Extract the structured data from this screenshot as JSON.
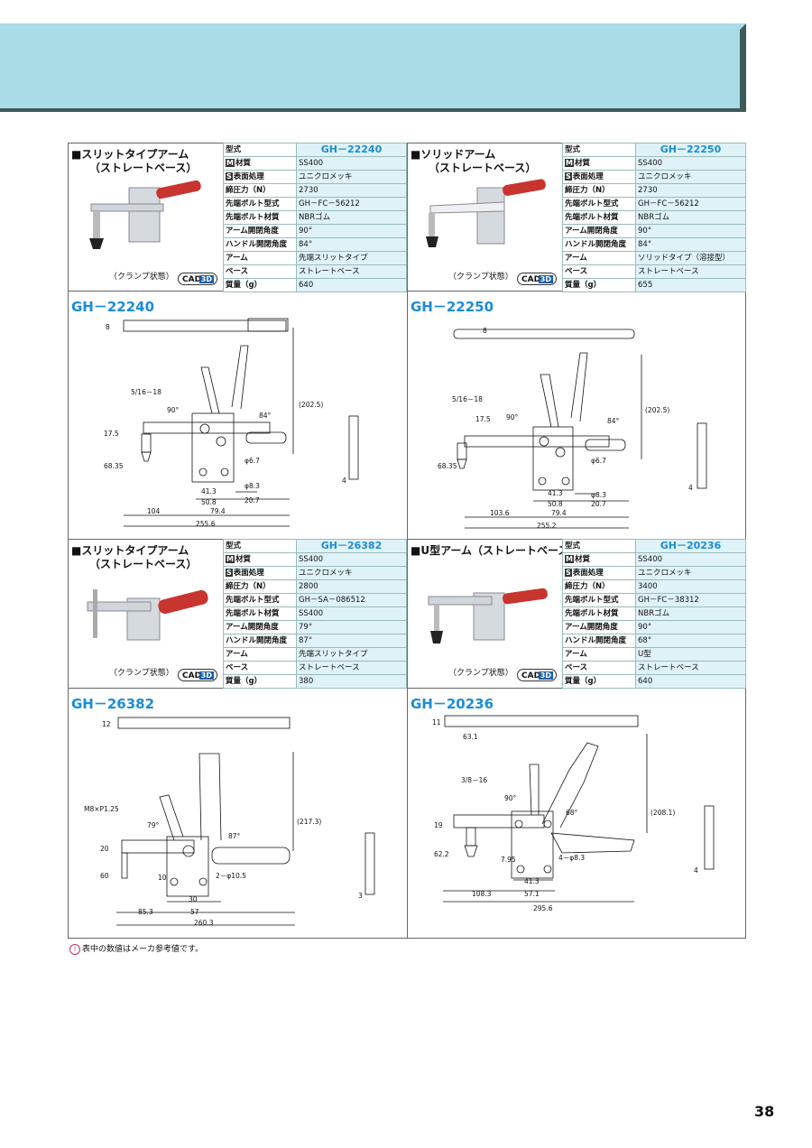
{
  "products": [
    {
      "title1": "■スリットタイプアーム",
      "title2": "（ストレートベース）",
      "clamp_label": "（クランプ状態）",
      "cad": "CAD",
      "cad3d": "3D",
      "model_heading": "GH－22240",
      "specs": [
        {
          "k": "型式",
          "v": "GH－22240"
        },
        {
          "tag": "M",
          "k": "材質",
          "v": "SS400"
        },
        {
          "tag": "S",
          "k": "表面処理",
          "v": "ユニクロメッキ"
        },
        {
          "k": "締圧力（N）",
          "v": "2730"
        },
        {
          "k": "先端ボルト型式",
          "v": "GH－FC－56212"
        },
        {
          "k": "先端ボルト材質",
          "v": "NBRゴム"
        },
        {
          "k": "アーム開閉角度",
          "v": "90°"
        },
        {
          "k": "ハンドル開閉角度",
          "v": "84°"
        },
        {
          "k": "アーム",
          "v": "先端スリットタイプ"
        },
        {
          "k": "ベース",
          "v": "ストレートベース"
        },
        {
          "k": "質量（g）",
          "v": "640"
        }
      ],
      "dims": [
        "8",
        "5/16－18",
        "90°",
        "84°",
        "(202.5)",
        "17.5",
        "68.35",
        "φ6.7",
        "φ8.3",
        "41.3",
        "50.8",
        "20.7",
        "79.4",
        "104",
        "255.6",
        "4"
      ]
    },
    {
      "title1": "■ソリッドアーム",
      "title2": "（ストレートベース）",
      "clamp_label": "（クランプ状態）",
      "cad": "CAD",
      "cad3d": "3D",
      "model_heading": "GH－22250",
      "specs": [
        {
          "k": "型式",
          "v": "GH－22250"
        },
        {
          "tag": "M",
          "k": "材質",
          "v": "SS400"
        },
        {
          "tag": "S",
          "k": "表面処理",
          "v": "ユニクロメッキ"
        },
        {
          "k": "締圧力（N）",
          "v": "2730"
        },
        {
          "k": "先端ボルト型式",
          "v": "GH－FC－56212"
        },
        {
          "k": "先端ボルト材質",
          "v": "NBRゴム"
        },
        {
          "k": "アーム開閉角度",
          "v": "90°"
        },
        {
          "k": "ハンドル開閉角度",
          "v": "84°"
        },
        {
          "k": "アーム",
          "v": "ソリッドタイプ（溶接型）"
        },
        {
          "k": "ベース",
          "v": "ストレートベース"
        },
        {
          "k": "質量（g）",
          "v": "655"
        }
      ],
      "dims": [
        "8",
        "5/16－18",
        "90°",
        "84°",
        "(202.5)",
        "17.5",
        "68.35",
        "φ6.7",
        "φ8.3",
        "41.3",
        "50.8",
        "20.7",
        "79.4",
        "103.6",
        "255.2",
        "4"
      ]
    },
    {
      "title1": "■スリットタイプアーム",
      "title2": "（ストレートベース）",
      "clamp_label": "（クランプ状態）",
      "cad": "CAD",
      "cad3d": "3D",
      "model_heading": "GH－26382",
      "specs": [
        {
          "k": "型式",
          "v": "GH－26382"
        },
        {
          "tag": "M",
          "k": "材質",
          "v": "SS400"
        },
        {
          "tag": "S",
          "k": "表面処理",
          "v": "ユニクロメッキ"
        },
        {
          "k": "締圧力（N）",
          "v": "2800"
        },
        {
          "k": "先端ボルト型式",
          "v": "GH－SA－086512"
        },
        {
          "k": "先端ボルト材質",
          "v": "SS400"
        },
        {
          "k": "アーム開閉角度",
          "v": "79°"
        },
        {
          "k": "ハンドル開閉角度",
          "v": "87°"
        },
        {
          "k": "アーム",
          "v": "先端スリットタイプ"
        },
        {
          "k": "ベース",
          "v": "ストレートベース"
        },
        {
          "k": "質量（g）",
          "v": "380"
        }
      ],
      "dims": [
        "12",
        "M8×P1.25",
        "79°",
        "87°",
        "(217.3)",
        "20",
        "60",
        "10",
        "2－φ10.5",
        "30",
        "57",
        "85.3",
        "260.3",
        "3"
      ]
    },
    {
      "title1": "■U型アーム（ストレートベース）",
      "title2": "",
      "clamp_label": "（クランプ状態）",
      "cad": "CAD",
      "cad3d": "3D",
      "model_heading": "GH－20236",
      "specs": [
        {
          "k": "型式",
          "v": "GH－20236"
        },
        {
          "tag": "M",
          "k": "材質",
          "v": "SS400"
        },
        {
          "tag": "S",
          "k": "表面処理",
          "v": "ユニクロメッキ"
        },
        {
          "k": "締圧力（N）",
          "v": "3400"
        },
        {
          "k": "先端ボルト型式",
          "v": "GH－FC－38312"
        },
        {
          "k": "先端ボルト材質",
          "v": "NBRゴム"
        },
        {
          "k": "アーム開閉角度",
          "v": "90°"
        },
        {
          "k": "ハンドル開閉角度",
          "v": "68°"
        },
        {
          "k": "アーム",
          "v": "U型"
        },
        {
          "k": "ベース",
          "v": "ストレートベース"
        },
        {
          "k": "質量（g）",
          "v": "640"
        }
      ],
      "dims": [
        "11",
        "63.1",
        "3/8－16",
        "90°",
        "68°",
        "(208.1)",
        "19",
        "62.2",
        "7.95",
        "4－φ8.3",
        "41.3",
        "57.1",
        "108.3",
        "295.6",
        "4"
      ]
    }
  ],
  "footnote": "表中の数値はメーカ参考値です。",
  "page_number": "38"
}
